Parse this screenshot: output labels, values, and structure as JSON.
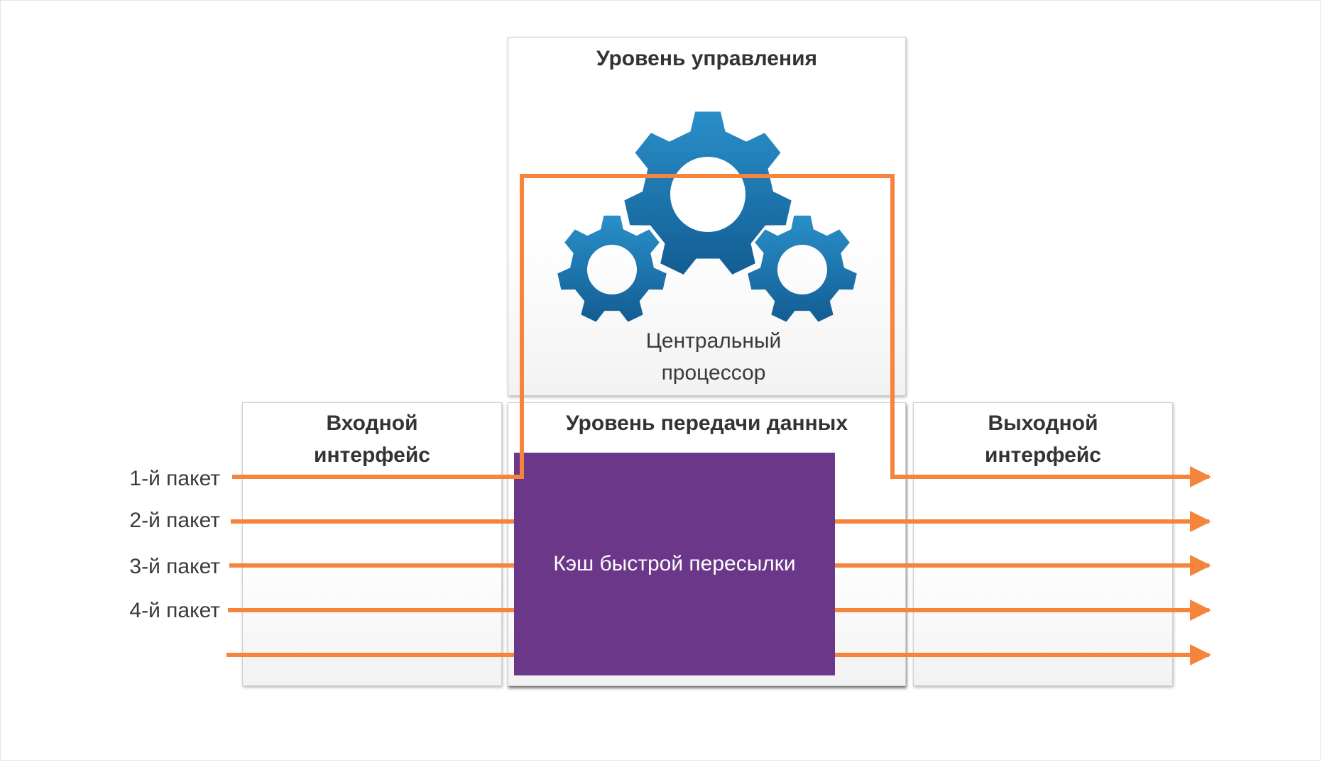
{
  "control_plane": {
    "title": "Уровень управления",
    "cpu_label_line1": "Центральный",
    "cpu_label_line2": "процессор"
  },
  "data_plane": {
    "title": "Уровень передачи данных",
    "cache_label": "Кэш быстрой пересылки"
  },
  "ingress": {
    "title_line1": "Входной",
    "title_line2": "интерфейс"
  },
  "egress": {
    "title_line1": "Выходной",
    "title_line2": "интерфейс"
  },
  "packets": [
    "1-й пакет",
    "2-й пакет",
    "3-й пакет",
    "4-й пакет"
  ],
  "colors": {
    "arrow": "#f5843c",
    "cache": "#6a3789",
    "gear": "#1a74a9"
  }
}
